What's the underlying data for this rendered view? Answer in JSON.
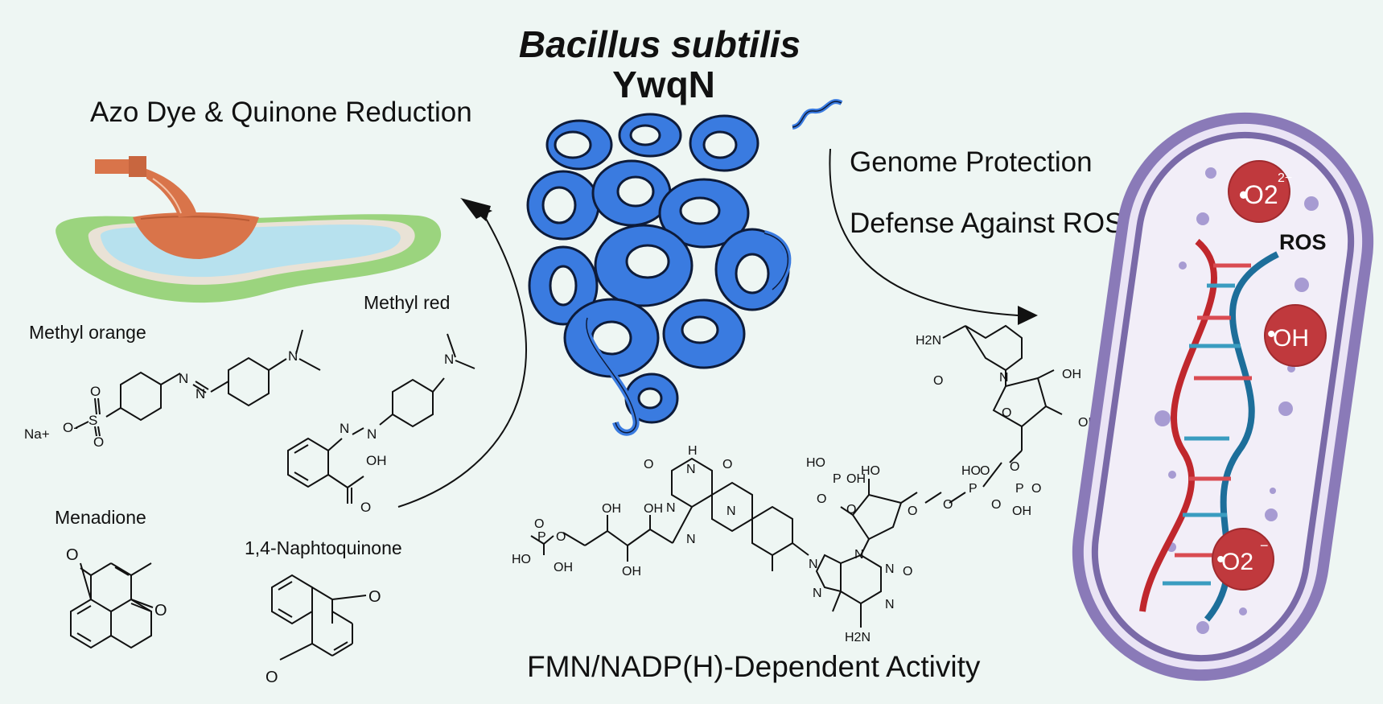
{
  "title": {
    "organism": "Bacillus subtilis",
    "protein": "YwqN"
  },
  "left_panel": {
    "heading": "Azo Dye & Quinone Reduction",
    "compounds": {
      "methyl_orange": "Methyl orange",
      "methyl_red": "Methyl red",
      "menadione": "Menadione",
      "naphtoquinone": "1,4-Naphtoquinone"
    }
  },
  "right_panel": {
    "functions": [
      "Genome Protection",
      "Defense Against ROS"
    ],
    "ros_label": "ROS",
    "species": {
      "superoxide_top": "O2",
      "superoxide_top_charge": "2−",
      "hydroxyl": "OH",
      "superoxide_bottom": "O2",
      "superoxide_bottom_charge": "−"
    }
  },
  "bottom": {
    "cofactor_label": "FMN/NADP(H)-Dependent Activity"
  },
  "atoms": {
    "na": "Na+",
    "o": "O",
    "n": "N",
    "s": "S",
    "oh": "OH",
    "ho": "HO",
    "h": "H",
    "p": "P",
    "h2n": "H2N",
    "o_minus": "O-"
  },
  "colors": {
    "protein": "#3a7be0",
    "bacterium_wall": "#7a6aa8",
    "dna_red": "#c0272d",
    "dna_blue": "#1d6e9a",
    "ros_bubble": "#c0393d",
    "dye": "#d9744a",
    "water": "#b7e1ee",
    "grass": "#9bd47e"
  }
}
